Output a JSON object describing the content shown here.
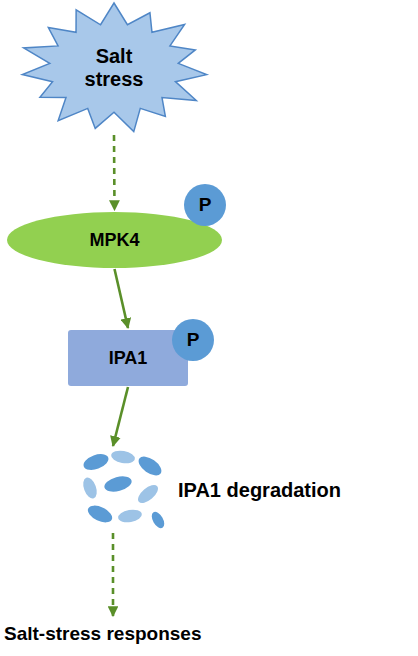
{
  "diagram": {
    "nodes": [
      {
        "text": [
          "Salt stress"
        ]
      },
      {
        "text": [
          "MPK4"
        ]
      },
      {
        "text": [
          "P"
        ],
        "in": 1
      },
      {
        "text": [
          "IPA1"
        ]
      },
      {
        "text": [
          "P"
        ],
        "in": 3
      },
      {
        "text": [
          "IPA1 degradation"
        ]
      },
      {
        "text": [
          "Salt-stress responses"
        ]
      }
    ],
    "edges": [
      {
        "from": 0,
        "to": 1,
        "arrow": "to"
      },
      {
        "from": 1,
        "to": 3,
        "arrow": "to"
      },
      {
        "from": 3,
        "to": 5,
        "arrow": "to"
      },
      {
        "from": 5,
        "to": 6,
        "arrow": "to"
      }
    ]
  }
}
